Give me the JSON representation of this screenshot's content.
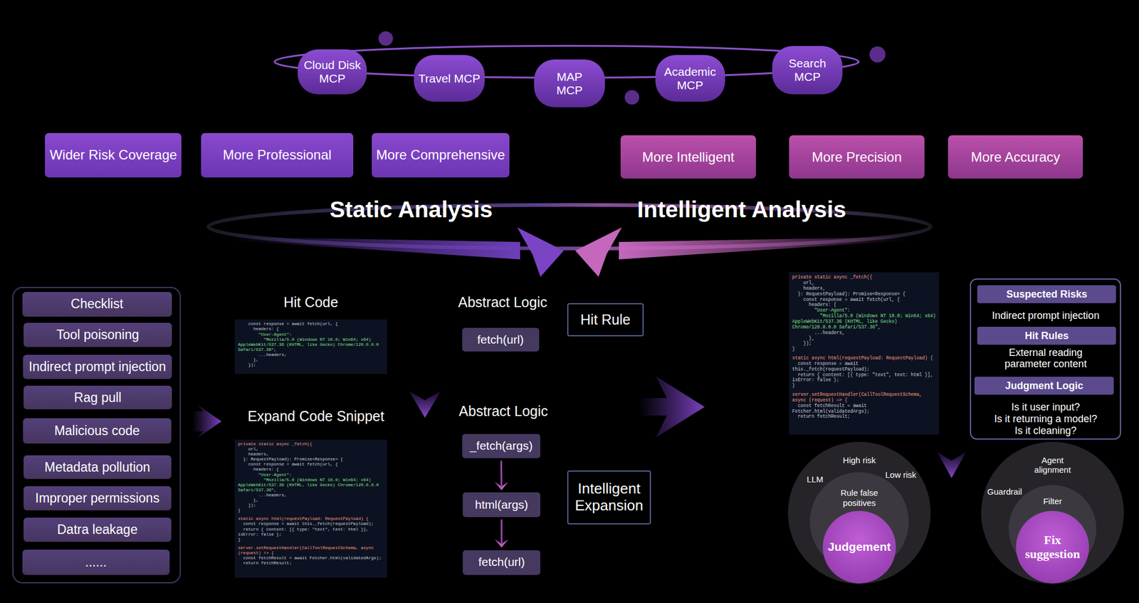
{
  "diagram": {
    "nodes": [
      {
        "text": [
          "Cloud Disk MCP"
        ]
      },
      {
        "text": [
          "Travel MCP"
        ]
      },
      {
        "text": [
          "MAP MCP"
        ]
      },
      {
        "text": [
          "Academic MCP"
        ]
      },
      {
        "text": [
          "Search MCP"
        ]
      },
      {
        "text": [
          "Wider Risk Coverage"
        ]
      },
      {
        "text": [
          "More Professional"
        ]
      },
      {
        "text": [
          "More Comprehensive"
        ]
      },
      {
        "text": [
          "More Intelligent"
        ]
      },
      {
        "text": [
          "More Precision"
        ]
      },
      {
        "text": [
          "More Accuracy"
        ]
      },
      {
        "text": []
      },
      {
        "text": [
          "Checklist"
        ],
        "in": 11
      },
      {
        "text": [
          "Tool poisoning"
        ],
        "in": 11
      },
      {
        "text": [
          "Indirect prompt injection"
        ],
        "in": 11
      },
      {
        "text": [
          "Rag pull"
        ],
        "in": 11
      },
      {
        "text": [
          "Malicious code"
        ],
        "in": 11
      },
      {
        "text": [
          "Metadata pollution"
        ],
        "in": 11
      },
      {
        "text": [
          "Improper permissions"
        ],
        "in": 11
      },
      {
        "text": [
          "Datra leakage"
        ],
        "in": 11
      },
      {
        "text": [
          "......"
        ],
        "in": 11
      },
      {
        "text": [
          "fetch(url)"
        ]
      },
      {
        "text": [
          "Hit Rule"
        ]
      },
      {
        "text": [
          "_fetch(args)"
        ]
      },
      {
        "text": [
          "html(args)"
        ]
      },
      {
        "text": [
          "fetch(url)"
        ]
      },
      {
        "text": [
          "Intelligent Expansion"
        ]
      },
      {
        "text": [
          "Indirect prompt injection",
          "External reading parameter content",
          "Is it user input?",
          "Is it returning a model?",
          "Is it cleaning?"
        ]
      },
      {
        "text": [
          "Suspected Risks"
        ],
        "in": 27
      },
      {
        "text": [
          "Hit Rules"
        ],
        "in": 27
      },
      {
        "text": [
          "Judgment Logic"
        ],
        "in": 27
      },
      {
        "text": [
          "LLM",
          "High risk",
          "Low risk"
        ]
      },
      {
        "text": [
          "Rule false positives"
        ],
        "in": 31
      },
      {
        "text": [
          "Judgement"
        ],
        "in": 32
      },
      {
        "text": [
          "Agent alignment",
          "Guardrail"
        ]
      },
      {
        "text": [
          "Filter"
        ],
        "in": 34
      },
      {
        "text": [
          "Fix suggestion"
        ],
        "in": 35
      }
    ],
    "edges": [
      {
        "from": 23,
        "to": 24,
        "arrow": "to"
      },
      {
        "from": 24,
        "to": 25,
        "arrow": "to"
      }
    ],
    "labels": [
      "Static Analysis",
      "Intelligent Analysis",
      "Hit Code",
      "Abstract Logic",
      "Expand Code Snippet",
      "Abstract Logic",
      "    const response = await fetch(url, {",
      "      headers: {",
      "        \"User-Agent\":",
      "          \"Mozilla/5.0 (Windows NT 10.0; Win64; x64) AppleWebKit/537.36 (KHTML, like Gecko) Chrome/120.0.0.0 Safari/537.36\",",
      "        ...headers,",
      "      },",
      "    });",
      "private static async _fetch({",
      "    url,",
      "    headers,",
      "  }: RequestPayload): Promise<Response> {",
      "    const response = await fetch(url, {",
      "      headers: {",
      "        \"User-Agent\":",
      "          \"Mozilla/5.0 (Windows NT 10.0; Win64; x64) AppleWebKit/537.36 (KHTML, like Gecko) Chrome/120.0.0.0 Safari/537.36\",",
      "        ...headers,",
      "      },",
      "    });",
      "}",
      "static async html(requestPayload: RequestPayload) {",
      "  const response = await this._fetch(requestPayload);",
      "  return { content: [{ type: \"text\", text: html }], isError: false };",
      "}",
      "server.setRequestHandler(CallToolRequestSchema, async (request) => {",
      "  const fetchResult = await Fetcher.html(validatedArgs);",
      "  return fetchResult;",
      "private static async _fetch({",
      "    url,",
      "    headers,",
      "  }: RequestPayload): Promise<Response> {",
      "    const response = await fetch(url, {",
      "      headers: {",
      "        \"User-Agent\":",
      "          \"Mozilla/5.0 (Windows NT 10.0; Win64; x64) AppleWebKit/537.36 (KHTML, like Gecko) Chrome/120.0.0.0 Safari/537.36\",",
      "        ...headers,",
      "      },",
      "    });",
      "}",
      "static async html(requestPayload: RequestPayload) {",
      "  const response = await this._fetch(requestPayload);",
      "  return { content: [{ type: \"text\", text: html }], isError: false };",
      "}",
      "server.setRequestHandler(CallToolRequestSchema, async (request) => {",
      "  const fetchResult = await Fetcher.html(validatedArgs);",
      "  return fetchResult;"
    ]
  }
}
